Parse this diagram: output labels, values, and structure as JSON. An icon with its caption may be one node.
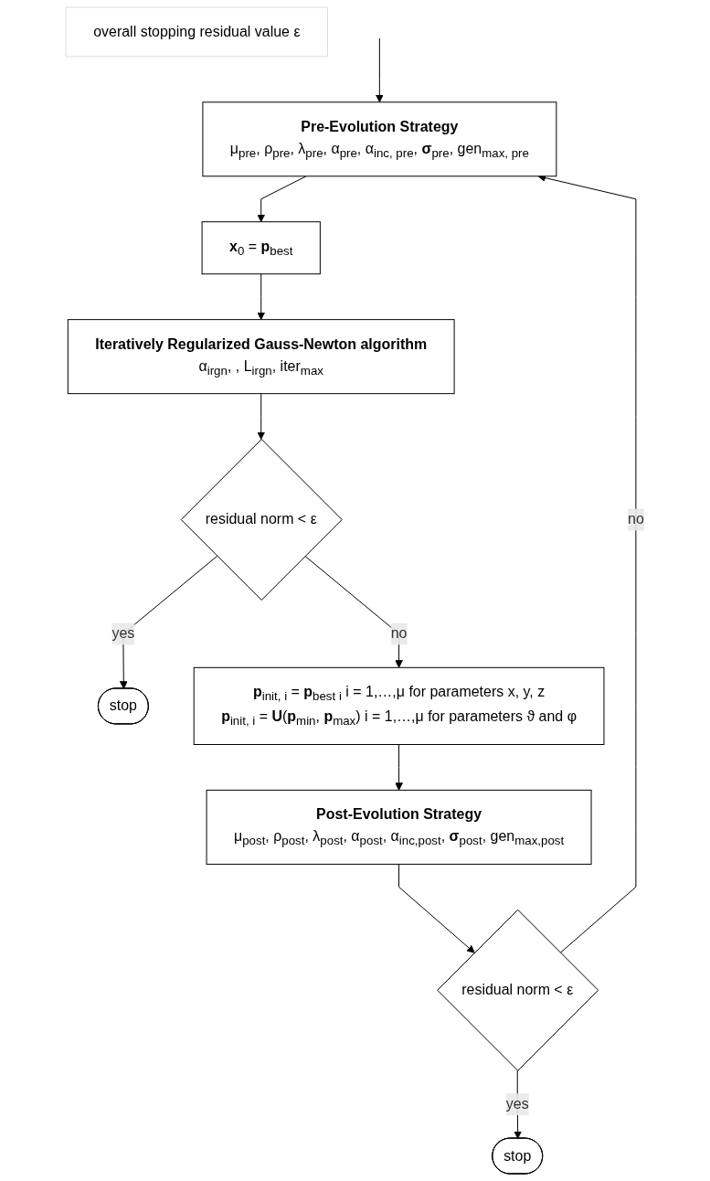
{
  "diagram": {
    "nodes": [
      {
        "text": [
          "overall stopping residual value ε"
        ]
      },
      {
        "text": [
          "**Pre-Evolution Strategy**",
          "μ$_{pre}$, ρ$_{pre}$, λ$_{pre}$, α$_{pre}$, α$_{inc, pre}$, **σ**$_{pre}$, gen$_{max, pre}$"
        ]
      },
      {
        "text": [
          "**x**$_{0}$ = **p**$_{best}$"
        ]
      },
      {
        "text": [
          "**Iteratively Regularized Gauss-Newton algorithm**",
          "α$_{irgn}$, , L$_{irgn}$, iter$_{max}$"
        ]
      },
      {
        "text": [
          "residual norm < ε"
        ]
      },
      {
        "text": [
          "stop"
        ]
      },
      {
        "text": [
          "**p**$_{init, i}$ = **p**$_{best i}$ i = 1,…,μ for parameters x, y, z",
          "**p**$_{init, i}$ = **U**(**p**$_{min}$, **p**$_{max}$) i = 1,…,μ for parameters ϑ and φ"
        ]
      },
      {
        "text": [
          "**Post-Evolution Strategy**",
          "μ$_{post}$, ρ$_{post}$, λ$_{post}$, α$_{post}$, α$_{inc,post}$, **σ**$_{post}$, gen$_{max,post}$"
        ]
      },
      {
        "text": [
          "residual norm < ε"
        ]
      },
      {
        "text": [
          "stop"
        ]
      }
    ],
    "edges": [
      {
        "from": null,
        "to": 1,
        "arrow": "to"
      },
      {
        "from": 1,
        "to": 2,
        "arrow": "to"
      },
      {
        "from": 2,
        "to": 3,
        "arrow": "to"
      },
      {
        "from": 3,
        "to": 4,
        "arrow": "to"
      },
      {
        "from": 4,
        "to": 5,
        "arrow": "to",
        "label": "yes"
      },
      {
        "from": 4,
        "to": 6,
        "arrow": "to",
        "label": "no"
      },
      {
        "from": 6,
        "to": 7,
        "arrow": "to"
      },
      {
        "from": 7,
        "to": 8,
        "arrow": "to"
      },
      {
        "from": 8,
        "to": 9,
        "arrow": "to",
        "label": "yes"
      },
      {
        "from": 8,
        "to": 1,
        "arrow": "to",
        "label": "no"
      }
    ]
  }
}
